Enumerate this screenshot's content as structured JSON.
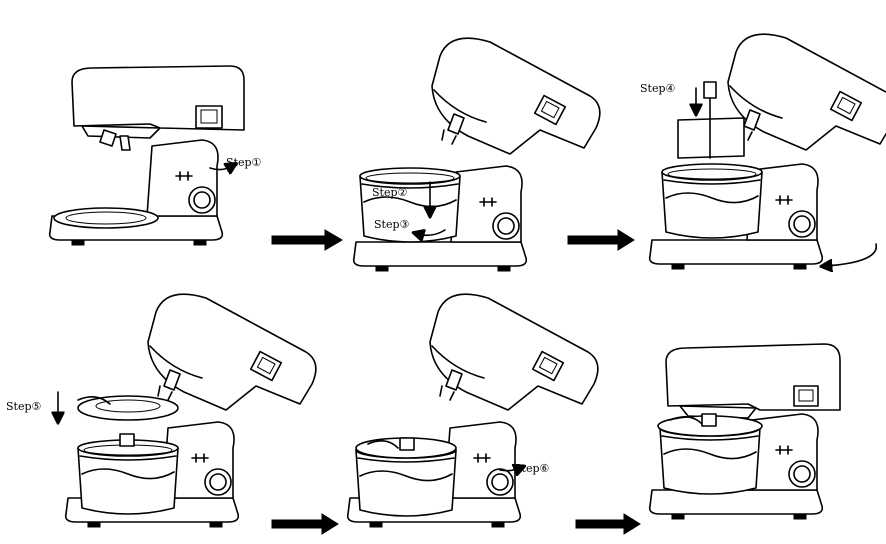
{
  "labels": {
    "step1": "Step①",
    "step2": "Step②",
    "step3": "Step③",
    "step4": "Step④",
    "step5": "Step⑤",
    "step6": "Step⑥"
  },
  "colors": {
    "line": "#000000",
    "background": "#ffffff"
  }
}
